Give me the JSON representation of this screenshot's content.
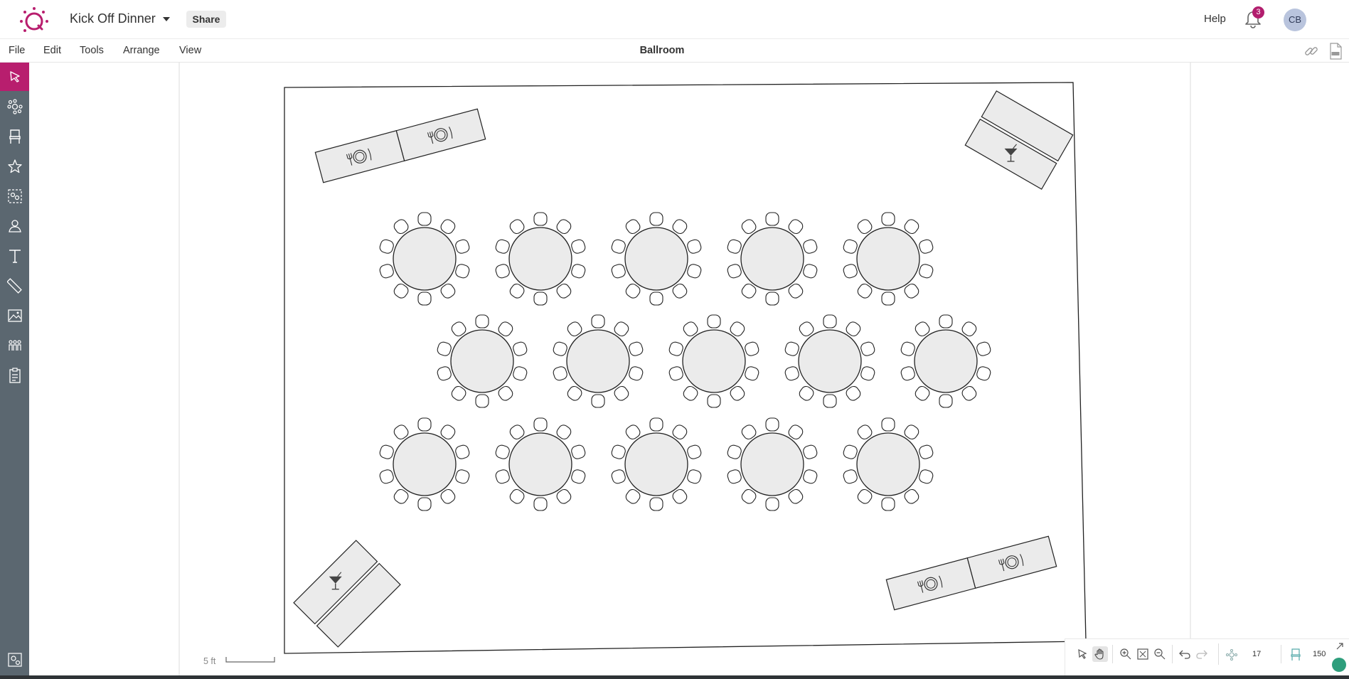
{
  "header": {
    "doc_title": "Kick Off Dinner",
    "share_label": "Share",
    "help_label": "Help",
    "notification_count": "3",
    "avatar_initials": "CB"
  },
  "menu": {
    "items": [
      "File",
      "Edit",
      "Tools",
      "Arrange",
      "View"
    ],
    "room_name": "Ballroom"
  },
  "toolbar": {
    "tools": [
      "select",
      "table-layout",
      "chair",
      "star",
      "group-select",
      "user-place",
      "text",
      "ruler",
      "image",
      "people",
      "checklist",
      "settings"
    ],
    "active_tool": "select"
  },
  "floorplan": {
    "round_tables": 15,
    "chairs_per_table": 10,
    "table_rows": 3,
    "tables_per_row": 5,
    "buffet_tables": [
      "dinner",
      "dinner",
      "bar",
      "bar"
    ]
  },
  "scale": {
    "label": "5 ft"
  },
  "status": {
    "table_count": "17",
    "seat_count": "150"
  },
  "colors": {
    "accent": "#b81e6e",
    "sidebar": "#5b6770",
    "table_fill": "#ebebeb"
  }
}
